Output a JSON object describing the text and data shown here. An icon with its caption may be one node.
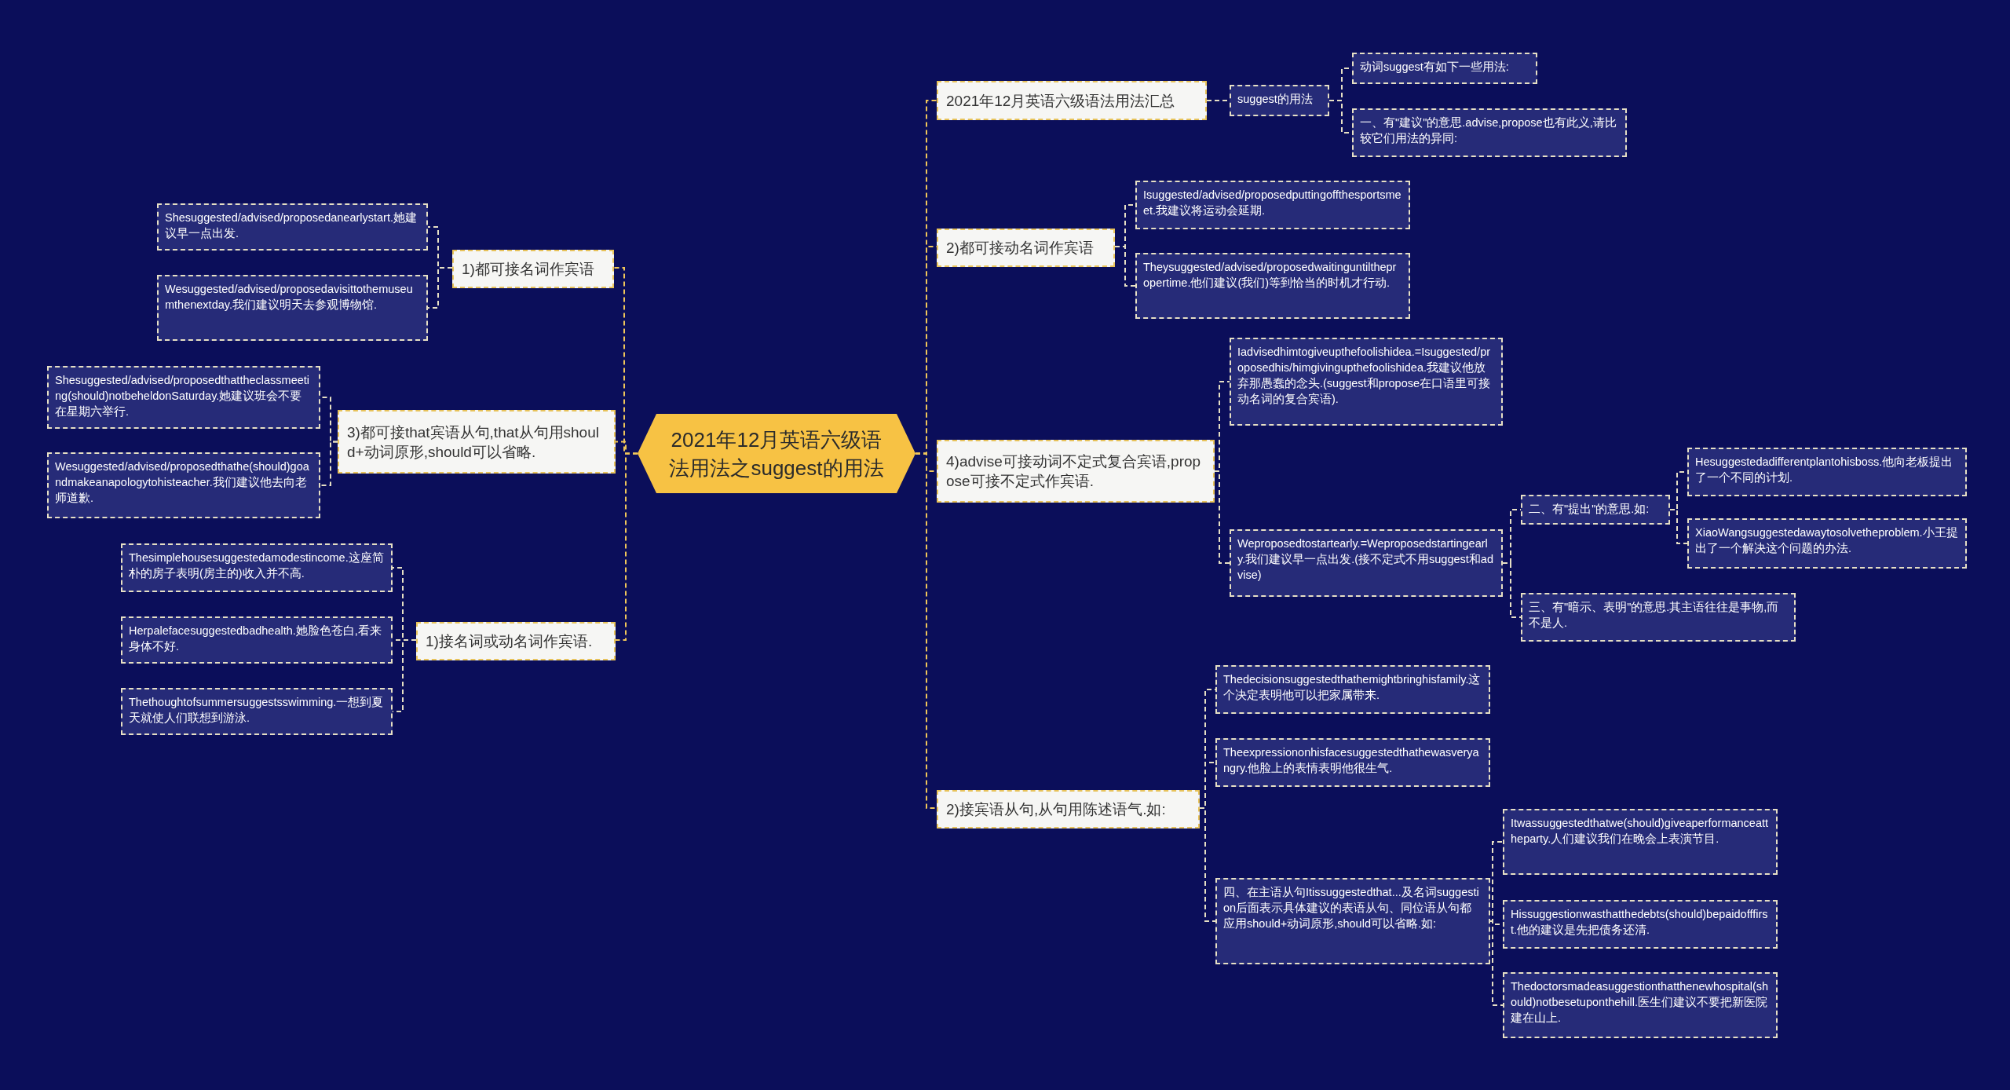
{
  "diagram": {
    "nodes": [
      {
        "text": [
          "2021年12月英语六级语法用法之suggest的用法"
        ]
      },
      {
        "text": [
          "1)都可接名词作宾语"
        ]
      },
      {
        "text": [
          "Shesuggested/advised/proposedanearlystart.她建议早一点出发."
        ]
      },
      {
        "text": [
          "Wesuggested/advised/proposedavisittothemuseumthenextday.我们建议明天去参观博物馆."
        ]
      },
      {
        "text": [
          "3)都可接that宾语从句,that从句用should+动词原形,should可以省略."
        ]
      },
      {
        "text": [
          "Shesuggested/advised/proposedthattheclassmeeting(should)notbeheldonSaturday.她建议班会不要在星期六举行."
        ]
      },
      {
        "text": [
          "Wesuggested/advised/proposedthathe(should)goandmakeanapologytohisteacher.我们建议他去向老师道歉."
        ]
      },
      {
        "text": [
          "1)接名词或动名词作宾语."
        ]
      },
      {
        "text": [
          "Thesimplehousesuggestedamodestincome.这座简朴的房子表明(房主的)收入并不高."
        ]
      },
      {
        "text": [
          "Herpalefacesuggestedbadhealth.她脸色苍白,看来身体不好."
        ]
      },
      {
        "text": [
          "Thethoughtofsummersuggestsswimming.一想到夏天就使人们联想到游泳."
        ]
      },
      {
        "text": [
          "2021年12月英语六级语法用法汇总"
        ]
      },
      {
        "text": [
          "suggest的用法"
        ]
      },
      {
        "text": [
          "动词suggest有如下一些用法:"
        ]
      },
      {
        "text": [
          "一、有\"建议\"的意思.advise,propose也有此义,请比较它们用法的异同:"
        ]
      },
      {
        "text": [
          "2)都可接动名词作宾语"
        ]
      },
      {
        "text": [
          "Isuggested/advised/proposedputtingoffthesportsmeet.我建议将运动会延期."
        ]
      },
      {
        "text": [
          "Theysuggested/advised/proposedwaitinguntilthepropertime.他们建议(我们)等到恰当的时机才行动."
        ]
      },
      {
        "text": [
          "4)advise可接动词不定式复合宾语,propose可接不定式作宾语."
        ]
      },
      {
        "text": [
          "Iadvisedhimtogiveupthefoolishidea.=Isuggested/proposedhis/himgivingupthefoolishidea.我建议他放弃那愚蠢的念头.(suggest和propose在口语里可接动名词的复合宾语)."
        ]
      },
      {
        "text": [
          "Weproposedtostartearly.=Weproposedstartingearly.我们建议早一点出发.(接不定式不用suggest和advise)"
        ]
      },
      {
        "text": [
          "二、有\"提出\"的意思.如:"
        ]
      },
      {
        "text": [
          "Hesuggestedadifferentplantohisboss.他向老板提出了一个不同的计划."
        ]
      },
      {
        "text": [
          "XiaoWangsuggestedawaytosolvetheproblem.小王提出了一个解决这个问题的办法."
        ]
      },
      {
        "text": [
          "三、有\"暗示、表明\"的意思.其主语往往是事物,而不是人."
        ]
      },
      {
        "text": [
          "2)接宾语从句,从句用陈述语气.如:"
        ]
      },
      {
        "text": [
          "Thedecisionsuggestedthathemightbringhisfamily.这个决定表明他可以把家属带来."
        ]
      },
      {
        "text": [
          "Theexpressiononhisfacesuggestedthathewasveryangry.他脸上的表情表明他很生气."
        ]
      },
      {
        "text": [
          "四、在主语从句Itissuggestedthat...及名词suggestion后面表示具体建议的表语从句、同位语从句都应用should+动词原形,should可以省略.如:"
        ]
      },
      {
        "text": [
          "Itwassuggestedthatwe(should)giveaperformanceattheparty.人们建议我们在晚会上表演节目."
        ]
      },
      {
        "text": [
          "Hissuggestionwasthatthedebts(should)bepaidofffirst.他的建议是先把债务还清."
        ]
      },
      {
        "text": [
          "Thedoctorsmadeasuggestionthatthenewhospital(should)notbesetuponthehill.医生们建议不要把新医院建在山上."
        ]
      }
    ],
    "edges": [
      {
        "from": 0,
        "to": 1,
        "arrow": "none",
        "color": "#f0c65a"
      },
      {
        "from": 1,
        "to": 2,
        "arrow": "none"
      },
      {
        "from": 1,
        "to": 3,
        "arrow": "none"
      },
      {
        "from": 0,
        "to": 4,
        "arrow": "none",
        "color": "#f0c65a"
      },
      {
        "from": 4,
        "to": 5,
        "arrow": "none"
      },
      {
        "from": 4,
        "to": 6,
        "arrow": "none"
      },
      {
        "from": 0,
        "to": 7,
        "arrow": "none",
        "color": "#f0c65a"
      },
      {
        "from": 7,
        "to": 8,
        "arrow": "none"
      },
      {
        "from": 7,
        "to": 9,
        "arrow": "none"
      },
      {
        "from": 7,
        "to": 10,
        "arrow": "none"
      },
      {
        "from": 0,
        "to": 11,
        "arrow": "none",
        "color": "#f0c65a"
      },
      {
        "from": 11,
        "to": 12,
        "arrow": "none"
      },
      {
        "from": 12,
        "to": 13,
        "arrow": "none"
      },
      {
        "from": 12,
        "to": 14,
        "arrow": "none"
      },
      {
        "from": 0,
        "to": 15,
        "arrow": "none",
        "color": "#f0c65a"
      },
      {
        "from": 15,
        "to": 16,
        "arrow": "none"
      },
      {
        "from": 15,
        "to": 17,
        "arrow": "none"
      },
      {
        "from": 0,
        "to": 18,
        "arrow": "none",
        "color": "#f0c65a"
      },
      {
        "from": 18,
        "to": 19,
        "arrow": "none"
      },
      {
        "from": 18,
        "to": 20,
        "arrow": "none"
      },
      {
        "from": 20,
        "to": 21,
        "arrow": "none"
      },
      {
        "from": 21,
        "to": 22,
        "arrow": "none"
      },
      {
        "from": 21,
        "to": 23,
        "arrow": "none"
      },
      {
        "from": 20,
        "to": 24,
        "arrow": "none"
      },
      {
        "from": 0,
        "to": 25,
        "arrow": "none",
        "color": "#f0c65a"
      },
      {
        "from": 25,
        "to": 26,
        "arrow": "none"
      },
      {
        "from": 25,
        "to": 27,
        "arrow": "none"
      },
      {
        "from": 25,
        "to": 28,
        "arrow": "none"
      },
      {
        "from": 28,
        "to": 29,
        "arrow": "none"
      },
      {
        "from": 28,
        "to": 30,
        "arrow": "none"
      },
      {
        "from": 28,
        "to": 31,
        "arrow": "none"
      }
    ]
  }
}
